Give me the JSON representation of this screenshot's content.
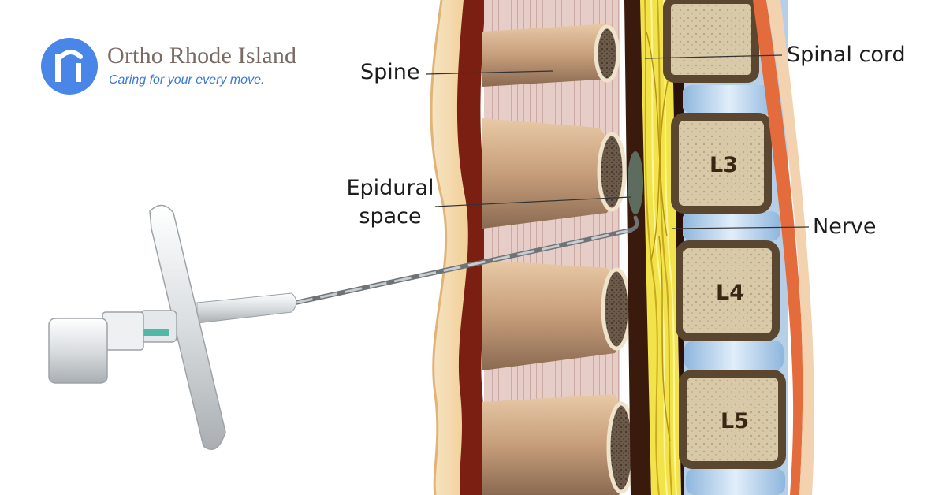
{
  "brand": {
    "name": "Ortho Rhode Island",
    "tagline": "Caring for your every move.",
    "logo_icon": "ri-monogram-icon",
    "colors": {
      "logo_blue": "#4a86e8",
      "name_grey": "#7a6a63",
      "tagline_blue": "#3a78d4"
    }
  },
  "labels": {
    "spine": "Spine",
    "epidural_line1": "Epidural",
    "epidural_line2": "space",
    "spinal_cord": "Spinal cord",
    "nerve": "Nerve"
  },
  "vertebrae": [
    "L3",
    "L4",
    "L5"
  ],
  "colors": {
    "bone": "#d8c8a6",
    "disc": "#b9d4ee",
    "nerve": "#f1e23a",
    "muscle": "#7a1f12",
    "fat": "#f0c98a"
  }
}
